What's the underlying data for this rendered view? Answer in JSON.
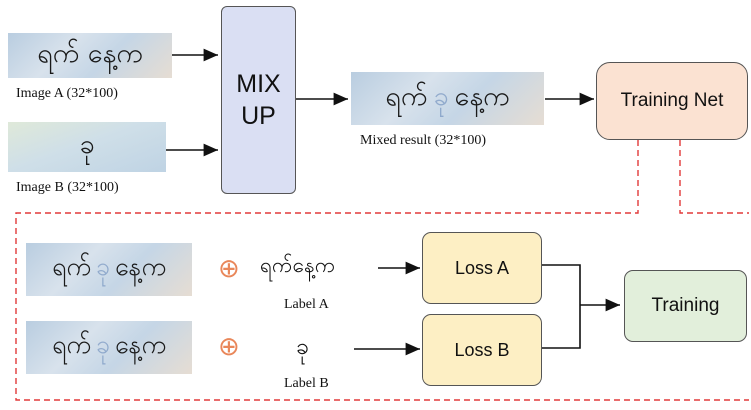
{
  "inputs": {
    "image_a": {
      "text": "ရက် နေ့က",
      "caption": "Image A (32*100)"
    },
    "image_b": {
      "text": "ခု",
      "caption": "Image B (32*100)"
    }
  },
  "mixup": {
    "line1": "MIX",
    "line2": "UP"
  },
  "mixed": {
    "text_main": "ရက်",
    "text_faint": "ခု",
    "text_tail": "နေ့က",
    "caption": "Mixed result  (32*100)"
  },
  "training_net": {
    "label": "Training Net"
  },
  "bottom": {
    "row_a": {
      "img_main": "ရက်",
      "img_faint": "ခု",
      "img_tail": "နေ့က",
      "plus": "⊕",
      "label_text": "ရက်နေ့က",
      "label_caption": "Label A"
    },
    "row_b": {
      "img_main": "ရက်",
      "img_faint": "ခု",
      "img_tail": "နေ့က",
      "plus": "⊕",
      "label_text": "ခု",
      "label_caption": "Label B"
    },
    "loss_a": "Loss A",
    "loss_b": "Loss B",
    "training": "Training"
  },
  "colors": {
    "mixup_fill": "#dadff3",
    "net_fill": "#fbe2d2",
    "loss_fill": "#fdefc4",
    "training_fill": "#e2efdb",
    "dashed": "#e23a3a",
    "plus": "#e9875a"
  }
}
